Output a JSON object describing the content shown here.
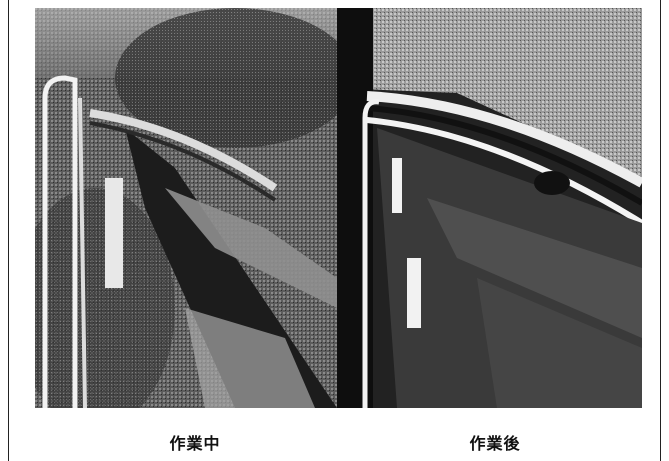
{
  "captions": {
    "left": "作業中",
    "right": "作業後"
  },
  "photos": {
    "left": {
      "subject": "guardrail-with-overgrown-vegetation"
    },
    "right": {
      "subject": "guardrail-after-vegetation-cleared"
    }
  },
  "colors": {
    "background": "#ffffff",
    "frame": "#222222",
    "caption": "#111111"
  }
}
